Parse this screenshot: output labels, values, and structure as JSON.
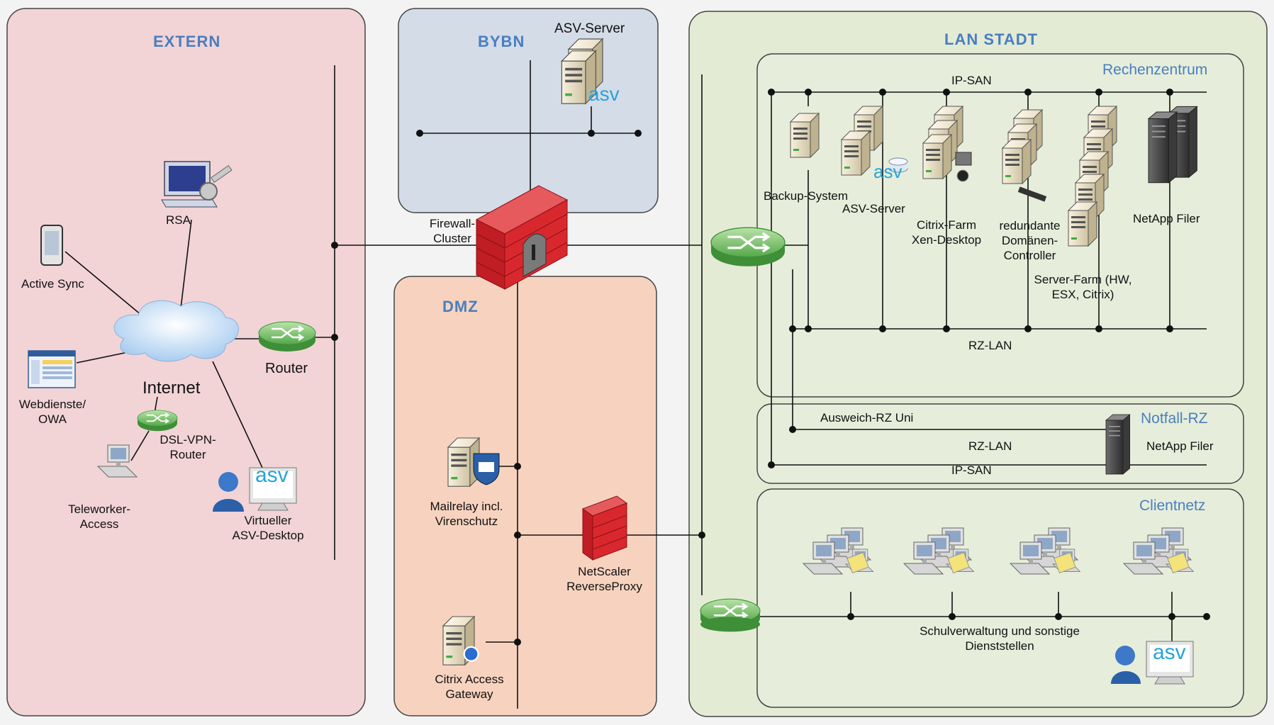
{
  "zones": {
    "extern": "EXTERN",
    "bybn": "BYBN",
    "dmz": "DMZ",
    "lan_stadt": "LAN STADT",
    "rechenzentrum": "Rechenzentrum",
    "notfall_rz": "Notfall-RZ",
    "clientnetz": "Clientnetz"
  },
  "labels": {
    "asv_server_bybn": "ASV-Server",
    "rsa": "RSA",
    "active_sync": "Active Sync",
    "webdienste": "Webdienste/\nOWA",
    "internet": "Internet",
    "router": "Router",
    "dsl_vpn_router": "DSL-VPN-\nRouter",
    "teleworker": "Teleworker-\nAccess",
    "virtueller_desktop": "Virtueller\nASV-Desktop",
    "firewall_cluster": "Firewall-\nCluster",
    "mailrelay": "Mailrelay incl.\nVirenschutz",
    "netscaler": "NetScaler\nReverseProxy",
    "citrix_gateway": "Citrix Access\nGateway",
    "ip_san": "IP-SAN",
    "backup_system": "Backup-System",
    "asv_server_rz": "ASV-Server",
    "citrix_farm": "Citrix-Farm\nXen-Desktop",
    "domaenen_controller": "redundante\nDomänen-\nController",
    "server_farm": "Server-Farm (HW,\nESX, Citrix)",
    "netapp_filer_rz": "NetApp Filer",
    "rz_lan": "RZ-LAN",
    "ausweich_rz": "Ausweich-RZ Uni",
    "rz_lan_notfall": "RZ-LAN",
    "ip_san_notfall": "IP-SAN",
    "netapp_filer_notfall": "NetApp Filer",
    "schulverwaltung": "Schulverwaltung und sonstige\nDienststellen"
  },
  "icon_text": {
    "asv": "asv"
  },
  "colors": {
    "extern_fill": "#f2d4d6",
    "bybn_fill": "#d4dce8",
    "dmz_fill": "#f7d3bf",
    "lan_fill": "#e3ebd5",
    "title_blue": "#4a7ebf",
    "firewall_red": "#d8282e",
    "router_green": "#7dc26f"
  }
}
